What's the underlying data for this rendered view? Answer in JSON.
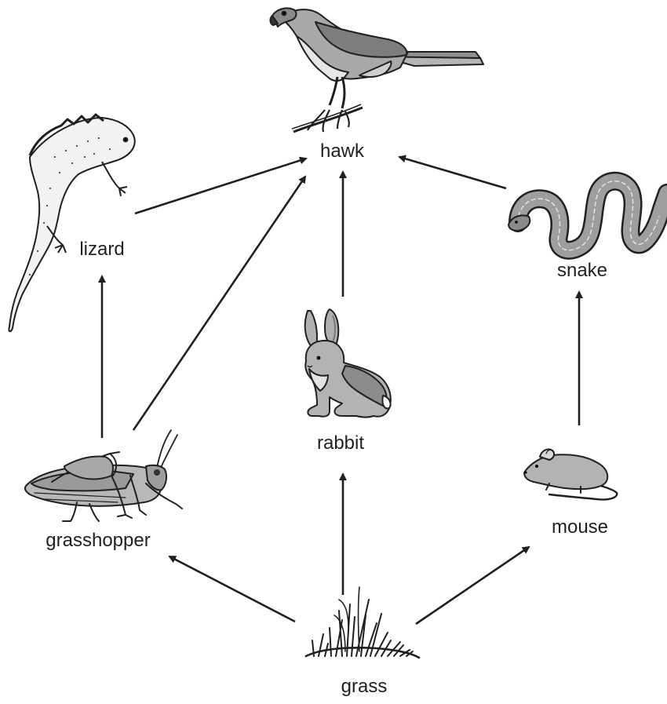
{
  "organisms": [
    {
      "id": "hawk",
      "label": "hawk"
    },
    {
      "id": "lizard",
      "label": "lizard"
    },
    {
      "id": "snake",
      "label": "snake"
    },
    {
      "id": "rabbit",
      "label": "rabbit"
    },
    {
      "id": "grasshopper",
      "label": "grasshopper"
    },
    {
      "id": "mouse",
      "label": "mouse"
    },
    {
      "id": "grass",
      "label": "grass"
    }
  ],
  "arrows": [
    {
      "from": "grass",
      "to": "grasshopper"
    },
    {
      "from": "grass",
      "to": "rabbit"
    },
    {
      "from": "grass",
      "to": "mouse"
    },
    {
      "from": "grasshopper",
      "to": "lizard"
    },
    {
      "from": "grasshopper",
      "to": "hawk"
    },
    {
      "from": "lizard",
      "to": "hawk"
    },
    {
      "from": "rabbit",
      "to": "hawk"
    },
    {
      "from": "snake",
      "to": "hawk"
    },
    {
      "from": "mouse",
      "to": "snake"
    }
  ],
  "colors": {
    "ink": "#231f20",
    "fill_mid": "#9d9d9d",
    "fill_light": "#c8c8c8",
    "fill_dark": "#6e6e6e"
  }
}
